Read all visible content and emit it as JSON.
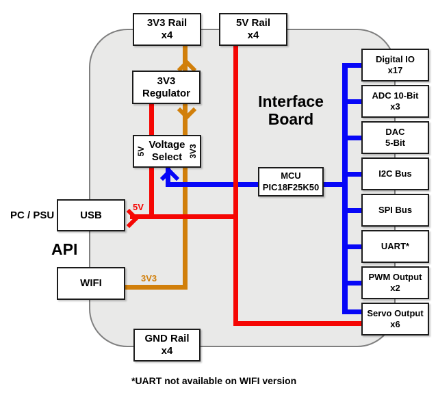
{
  "colors": {
    "wire_5v_red": "#f50603",
    "wire_3v3_orange": "#d17f0a",
    "wire_data_blue": "#0707f7",
    "board_fill": "#e9e9e8",
    "board_border": "#7f7f7f"
  },
  "board": {
    "title_line1": "Interface",
    "title_line2": "Board"
  },
  "external_labels": {
    "pc_psu": "PC / PSU",
    "api": "API"
  },
  "wire_labels": {
    "v5": "5V",
    "v3": "3V3"
  },
  "boxes": {
    "rail_3v3": {
      "line1": "3V3 Rail",
      "line2": "x4"
    },
    "rail_5v": {
      "line1": "5V Rail",
      "line2": "x4"
    },
    "regulator": {
      "line1": "3V3",
      "line2": "Regulator"
    },
    "voltage_select": {
      "line1": "Voltage",
      "line2": "Select",
      "left_label": "5V",
      "right_label": "3V3"
    },
    "mcu": {
      "line1": "MCU",
      "line2": "PIC18F25K50"
    },
    "usb": {
      "line1": "USB"
    },
    "wifi": {
      "line1": "WIFI"
    },
    "gnd_rail": {
      "line1": "GND Rail",
      "line2": "x4"
    }
  },
  "peripherals": [
    {
      "line1": "Digital IO",
      "line2": "x17"
    },
    {
      "line1": "ADC 10-Bit",
      "line2": "x3"
    },
    {
      "line1": "DAC",
      "line2": "5-Bit"
    },
    {
      "line1": "I2C Bus"
    },
    {
      "line1": "SPI Bus"
    },
    {
      "line1": "UART*"
    },
    {
      "line1": "PWM Output",
      "line2": "x2"
    },
    {
      "line1": "Servo Output",
      "line2": "x6"
    }
  ],
  "footnote": "*UART not available on WIFI version"
}
